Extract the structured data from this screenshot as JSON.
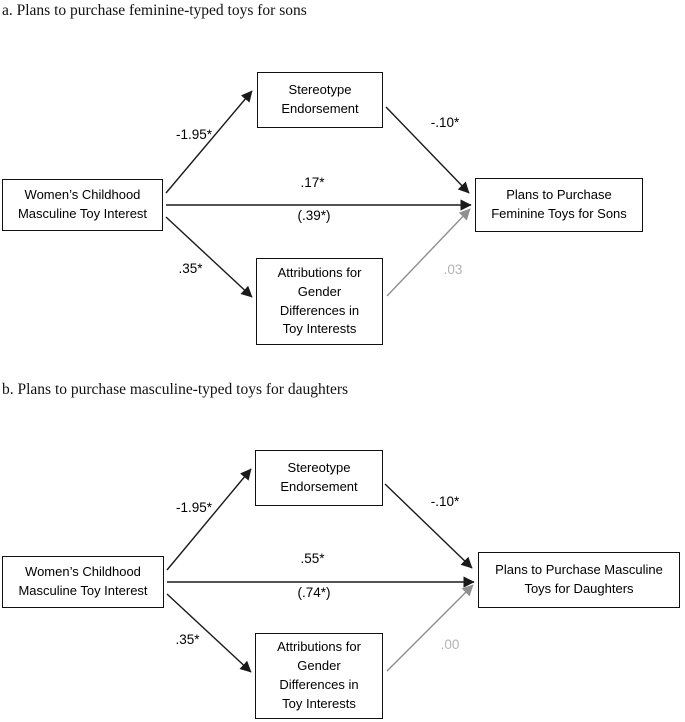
{
  "figure": {
    "type": "path-diagram",
    "description_colors": {
      "line_black": "#1a1a1a",
      "line_gray": "#8f8f8f",
      "label_gray": "#b3b3b3",
      "box_border": "#111111"
    }
  },
  "panels": [
    {
      "title": "a. Plans to purchase feminine-typed toys for sons",
      "boxes": {
        "predictor": "Women’s Childhood\nMasculine Toy Interest",
        "mediator_top": "Stereotype\nEndorsement",
        "mediator_bottom": "Attributions for\nGender\nDifferences in\nToy Interests",
        "outcome": "Plans to Purchase\nFeminine Toys for Sons"
      },
      "paths": {
        "a1": "-1.95*",
        "b1": "-.10*",
        "direct": ".17*",
        "total": "(.39*)",
        "a2": ".35*",
        "b2": ".03"
      }
    },
    {
      "title": "b. Plans to purchase masculine-typed toys for daughters",
      "boxes": {
        "predictor": "Women’s Childhood\nMasculine Toy Interest",
        "mediator_top": "Stereotype\nEndorsement",
        "mediator_bottom": "Attributions for\nGender\nDifferences in\nToy Interests",
        "outcome": "Plans to Purchase Masculine\nToys for Daughters"
      },
      "paths": {
        "a1": "-1.95*",
        "b1": "-.10*",
        "direct": ".55*",
        "total": "(.74*)",
        "a2": ".35*",
        "b2": ".00"
      }
    }
  ]
}
